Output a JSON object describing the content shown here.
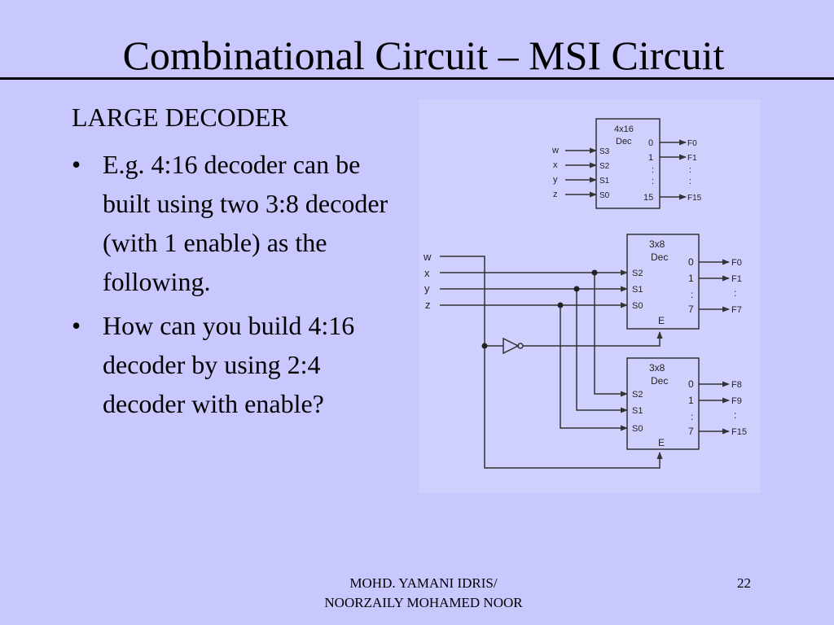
{
  "slide": {
    "title": "Combinational Circuit – MSI Circuit",
    "subtitle": "LARGE DECODER",
    "bullets": [
      "E.g. 4:16 decoder can be built using two 3:8 decoder (with 1 enable) as the following.",
      "How can you build 4:16 decoder by using 2:4 decoder with enable?"
    ],
    "bullet_symbol": "•",
    "footer_line1": "MOHD. YAMANI IDRIS/",
    "footer_line2": "NOORZAILY MOHAMED NOOR",
    "page_number": "22"
  },
  "diagram": {
    "background": "#d0d0ff",
    "top_decoder": {
      "name_line1": "4x16",
      "name_line2": "Dec",
      "inputs": [
        "w",
        "x",
        "y",
        "z"
      ],
      "selects": [
        "S3",
        "S2",
        "S1",
        "S0"
      ],
      "output_top": "0",
      "output_second": "1",
      "output_last": "15",
      "out_f_first": "F0",
      "out_f_second": "F1",
      "out_f_last": "F15",
      "colon": ":"
    },
    "bottom_inputs": [
      "w",
      "x",
      "y",
      "z"
    ],
    "decoder_upper": {
      "name_line1": "3x8",
      "name_line2": "Dec",
      "selects": [
        "S2",
        "S1",
        "S0"
      ],
      "out_first": "0",
      "out_second": "1",
      "out_last": "7",
      "enable": "E",
      "f_first": "F0",
      "f_second": "F1",
      "f_last": "F7"
    },
    "decoder_lower": {
      "name_line1": "3x8",
      "name_line2": "Dec",
      "selects": [
        "S2",
        "S1",
        "S0"
      ],
      "out_first": "0",
      "out_second": "1",
      "out_last": "7",
      "enable": "E",
      "f_first": "F8",
      "f_second": "F9",
      "f_last": "F15"
    }
  }
}
